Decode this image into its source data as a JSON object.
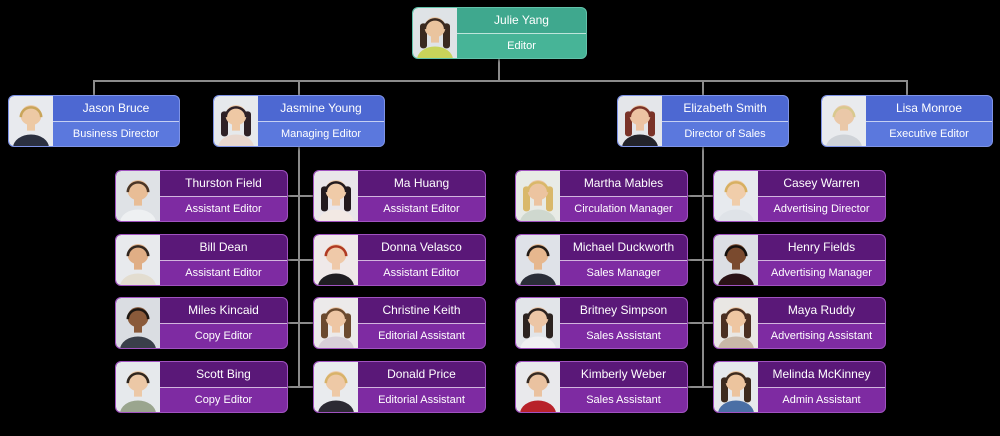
{
  "app": {
    "background": "#000000",
    "connector_color": "#8b8b8b"
  },
  "colors": {
    "teal_top": "#3fa88e",
    "teal_bottom": "#47b497",
    "teal_border": "#62c2aa",
    "blue_top": "#4d68d2",
    "blue_bottom": "#5b78dd",
    "blue_border": "#7e93e6",
    "purple_top": "#5a1878",
    "purple_bottom": "#7e2ba2",
    "purple_border": "#a052c0",
    "text": "#ffffff"
  },
  "chart": {
    "root": {
      "name": "Julie Yang",
      "title": "Editor",
      "photo": {
        "bg": "#dfe3e6",
        "hair": "#3a2a20",
        "hairside": "#3a2a20",
        "skin": "#eac49e",
        "top": "#c8d45a"
      }
    },
    "managers": [
      {
        "name": "Jason Bruce",
        "title": "Business Director",
        "photo": {
          "bg": "#e8eaee",
          "hair": "#c9a55a",
          "hairside": "transparent",
          "skin": "#edc9a4",
          "top": "#2b3040"
        }
      },
      {
        "name": "Jasmine Young",
        "title": "Managing Editor",
        "photo": {
          "bg": "#e6e9ec",
          "hair": "#2e2126",
          "hairside": "#2e2126",
          "skin": "#eec8a4",
          "top": "#e8d7ce"
        }
      },
      {
        "name": "Elizabeth Smith",
        "title": "Director of Sales",
        "photo": {
          "bg": "#e4e6ea",
          "hair": "#7a3328",
          "hairside": "#7a3328",
          "skin": "#ecc3a2",
          "top": "#23232a"
        }
      },
      {
        "name": "Lisa Monroe",
        "title": "Executive Editor",
        "photo": {
          "bg": "#e9ebee",
          "hair": "#d9c98f",
          "hairside": "transparent",
          "skin": "#eac8a8",
          "top": "#cfd3d8"
        }
      }
    ],
    "staff": [
      [
        {
          "name": "Thurston Field",
          "title": "Assistant Editor",
          "photo": {
            "bg": "#dfe2e6",
            "hair": "#4a3526",
            "hairside": "transparent",
            "skin": "#e8bd96",
            "top": "#eef0f2"
          }
        },
        {
          "name": "Bill Dean",
          "title": "Assistant Editor",
          "photo": {
            "bg": "#e8eaed",
            "hair": "#32271f",
            "hairside": "transparent",
            "skin": "#e0ae85",
            "top": "#e3ddd0"
          }
        },
        {
          "name": "Miles Kincaid",
          "title": "Copy Editor",
          "photo": {
            "bg": "#dadde2",
            "hair": "#1d1712",
            "hairside": "transparent",
            "skin": "#8a5a3a",
            "top": "#3a3f4a"
          }
        },
        {
          "name": "Scott Bing",
          "title": "Copy Editor",
          "photo": {
            "bg": "#e6e9ec",
            "hair": "#2f261e",
            "hairside": "transparent",
            "skin": "#ecc8a6",
            "top": "#9aa58e"
          }
        }
      ],
      [
        {
          "name": "Ma Huang",
          "title": "Assistant Editor",
          "photo": {
            "bg": "#e9e6ea",
            "hair": "#221a1e",
            "hairside": "#221a1e",
            "skin": "#f0cba8",
            "top": "#f2e9e4"
          }
        },
        {
          "name": "Donna Velasco",
          "title": "Assistant Editor",
          "photo": {
            "bg": "#efe9e9",
            "hair": "#b03a22",
            "hairside": "transparent",
            "skin": "#efc9a9",
            "top": "#1f1d22"
          }
        },
        {
          "name": "Christine Keith",
          "title": "Editorial Assistant",
          "photo": {
            "bg": "#eceaea",
            "hair": "#6b4a2f",
            "hairside": "#6b4a2f",
            "skin": "#eec6a4",
            "top": "#d8cfd8"
          }
        },
        {
          "name": "Donald Price",
          "title": "Editorial Assistant",
          "photo": {
            "bg": "#e9ebee",
            "hair": "#d8b36a",
            "hairside": "transparent",
            "skin": "#eec9a6",
            "top": "#2c2a33"
          }
        }
      ],
      [
        {
          "name": "Martha Mables",
          "title": "Circulation Manager",
          "photo": {
            "bg": "#e8ebe6",
            "hair": "#d9b86a",
            "hairside": "#d9b86a",
            "skin": "#ecc4a0",
            "top": "#cfd8cf"
          }
        },
        {
          "name": "Michael Duckworth",
          "title": "Sales Manager",
          "photo": {
            "bg": "#dfe2e8",
            "hair": "#241c16",
            "hairside": "transparent",
            "skin": "#e6b78e",
            "top": "#2a2d38"
          }
        },
        {
          "name": "Britney Simpson",
          "title": "Sales Assistant",
          "photo": {
            "bg": "#e2e5e9",
            "hair": "#2c2320",
            "hairside": "#2c2320",
            "skin": "#ecc6a6",
            "top": "#f0f0f2"
          }
        },
        {
          "name": "Kimberly Weber",
          "title": "Sales Assistant",
          "photo": {
            "bg": "#e9e9ec",
            "hair": "#362a22",
            "hairside": "transparent",
            "skin": "#eac2a0",
            "top": "#b8222a"
          }
        }
      ],
      [
        {
          "name": "Casey Warren",
          "title": "Advertising Director",
          "photo": {
            "bg": "#e7eaee",
            "hair": "#d7b061",
            "hairside": "transparent",
            "skin": "#f0cdaa",
            "top": "#dfe3e8"
          }
        },
        {
          "name": "Henry Fields",
          "title": "Advertising Manager",
          "photo": {
            "bg": "#dcdfe4",
            "hair": "#15100c",
            "hairside": "transparent",
            "skin": "#7a4a2e",
            "top": "#2a1216"
          }
        },
        {
          "name": "Maya Ruddy",
          "title": "Advertising Assistant",
          "photo": {
            "bg": "#e9e7e4",
            "hair": "#4a2f22",
            "hairside": "#4a2f22",
            "skin": "#eec6a2",
            "top": "#c9b8a8"
          }
        },
        {
          "name": "Melinda McKinney",
          "title": "Admin Assistant",
          "photo": {
            "bg": "#e6e9ec",
            "hair": "#3d2b1e",
            "hairside": "#3d2b1e",
            "skin": "#ecc49e",
            "top": "#4a6fa5"
          }
        }
      ]
    ]
  }
}
